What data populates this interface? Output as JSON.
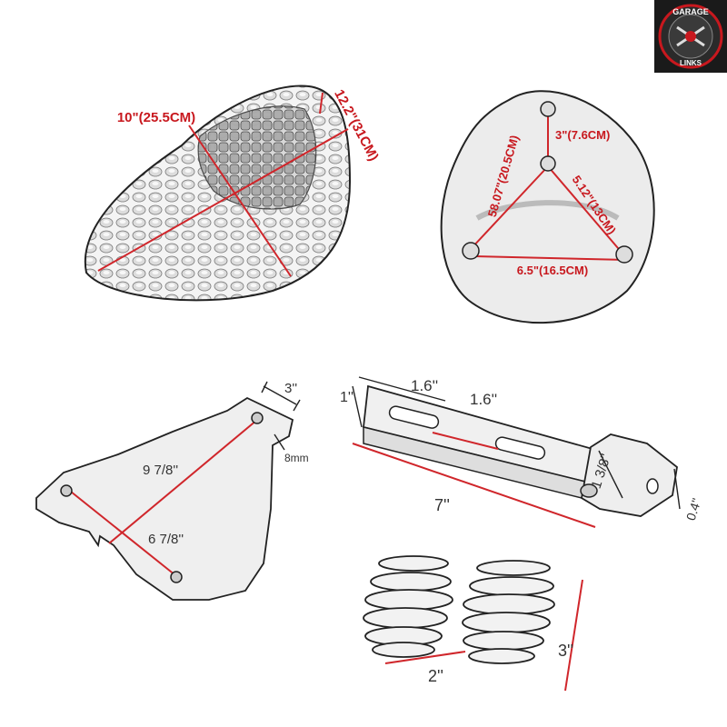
{
  "logo": {
    "top_text": "GARAGE",
    "bottom_text": "LINKS",
    "colors": {
      "bg": "#1a1a1a",
      "ring": "#c8181e"
    }
  },
  "seat": {
    "width_label": "10\"(25.5CM)",
    "length_label": "12.2\"(31CM)"
  },
  "base_plate": {
    "top_label": "3\"(7.6CM)",
    "left_label": "58.07\"(20.5CM)",
    "right_label": "5.12\"(13CM)",
    "bottom_label": "6.5\"(16.5CM)"
  },
  "pan": {
    "top_label": "3''",
    "long_label": "9 7/8''",
    "short_label": "6 7/8''",
    "bolt_label": "8mm"
  },
  "bracket": {
    "height_label": "1''",
    "slot_label": "1.6''",
    "gap_label": "1.6''",
    "length_label": "7''",
    "bend_label": "1 3/8''",
    "thickness_label": "0.4''"
  },
  "springs": {
    "width_label": "2''",
    "height_label": "3''"
  },
  "colors": {
    "dimension_red": "#c8181e",
    "line_red": "#d0262b"
  }
}
